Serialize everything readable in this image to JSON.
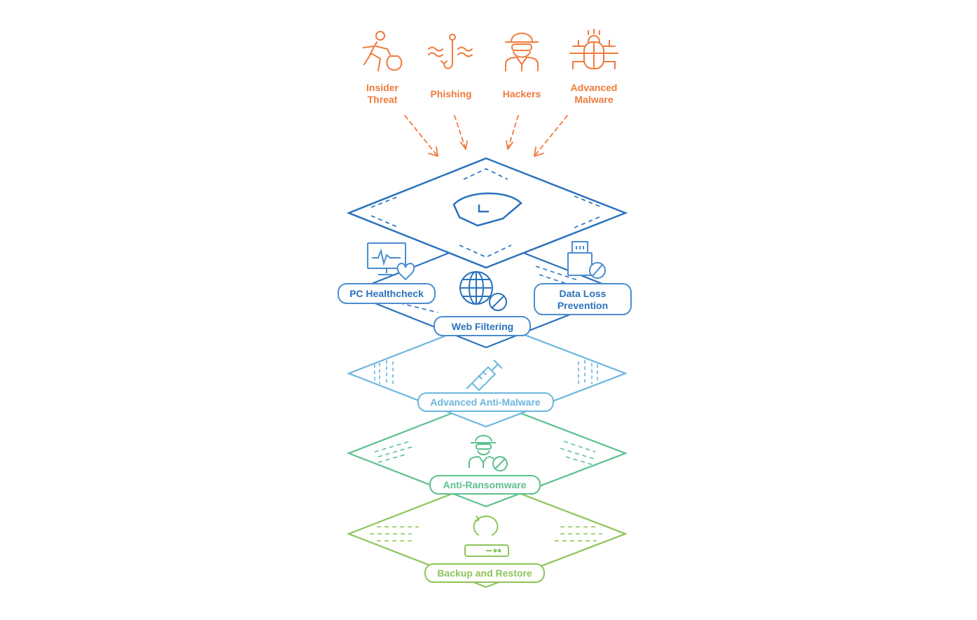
{
  "colors": {
    "threat": "#f07a3d",
    "layer_top": "#2b72bd",
    "label_top": "#4a8dd0",
    "layer_malware": "#6cb6df",
    "layer_ransom": "#5cc08e",
    "layer_backup": "#8dc459"
  },
  "threats": [
    {
      "line1": "Insider",
      "line2": "Threat",
      "icon": "insider-thief-icon"
    },
    {
      "line1": "Phishing",
      "line2": "",
      "icon": "phishing-hook-icon"
    },
    {
      "line1": "Hackers",
      "line2": "",
      "icon": "hacker-icon"
    },
    {
      "line1": "Advanced",
      "line2": "Malware",
      "icon": "bug-icon"
    }
  ],
  "top_layer": {
    "icon": "shield-check-icon",
    "features": {
      "pc_healthcheck": "PC Healthcheck",
      "data_loss_line1": "Data Loss",
      "data_loss_line2": "Prevention",
      "web_filtering": "Web Filtering"
    }
  },
  "layers": {
    "anti_malware": {
      "label": "Advanced Anti-Malware",
      "icon": "syringe-icon"
    },
    "anti_ransomware": {
      "label": "Anti-Ransomware",
      "icon": "blocked-hacker-icon"
    },
    "backup": {
      "label": "Backup and Restore",
      "icon": "backup-restore-icon"
    }
  }
}
